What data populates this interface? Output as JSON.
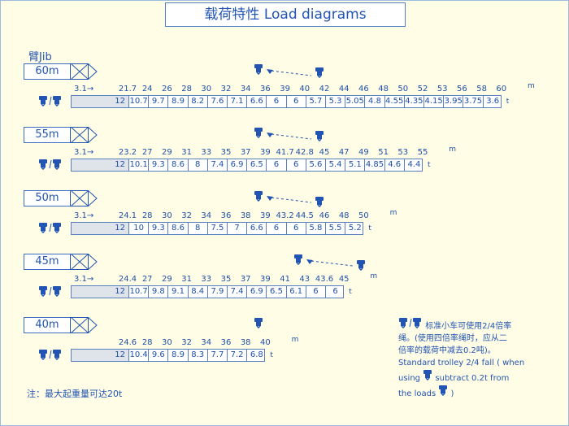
{
  "title": "载荷特性 Load diagrams",
  "jib_heading": "臂Jib",
  "arrow_glyph": "→",
  "units": {
    "distance": "m",
    "load": "t"
  },
  "icons": {
    "trolley_pair": "trolley-pair-icon",
    "trolley": "trolley-icon",
    "arrow": "dashed-arrow-icon"
  },
  "colors": {
    "accent": "#2154b3",
    "background": "#fffde6",
    "cell_fill": "#dfe3ea"
  },
  "rows": [
    {
      "jib": "60m",
      "first_distance": "3.1",
      "distances": [
        "21.7",
        "24",
        "26",
        "28",
        "30",
        "32",
        "34",
        "36",
        "39",
        "40",
        "42",
        "44",
        "46",
        "48",
        "50",
        "52",
        "53",
        "56",
        "58",
        "60"
      ],
      "loads": [
        "12",
        "10.7",
        "9.7",
        "8.9",
        "8.2",
        "7.6",
        "7.1",
        "6.6",
        "6",
        "6",
        "5.7",
        "5.3",
        "5.05",
        "4.8",
        "4.55",
        "4.35",
        "4.15",
        "3.95",
        "3.75",
        "3.6"
      ]
    },
    {
      "jib": "55m",
      "first_distance": "3.1",
      "distances": [
        "23.2",
        "27",
        "29",
        "31",
        "33",
        "35",
        "37",
        "39",
        "41.7",
        "42.8",
        "45",
        "47",
        "49",
        "51",
        "53",
        "55"
      ],
      "loads": [
        "12",
        "10.1",
        "9.3",
        "8.6",
        "8",
        "7.4",
        "6.9",
        "6.5",
        "6",
        "6",
        "5.6",
        "5.4",
        "5.1",
        "4.85",
        "4.6",
        "4.4"
      ]
    },
    {
      "jib": "50m",
      "first_distance": "3.1",
      "distances": [
        "24.1",
        "28",
        "30",
        "32",
        "34",
        "36",
        "38",
        "39",
        "43.2",
        "44.5",
        "46",
        "48",
        "50"
      ],
      "loads": [
        "12",
        "10",
        "9.3",
        "8.6",
        "8",
        "7.5",
        "7",
        "6.6",
        "6",
        "6",
        "5.8",
        "5.5",
        "5.2"
      ]
    },
    {
      "jib": "45m",
      "first_distance": "3.1",
      "distances": [
        "24.4",
        "27",
        "29",
        "31",
        "33",
        "35",
        "37",
        "39",
        "41",
        "43",
        "43.6",
        "45"
      ],
      "loads": [
        "12",
        "10.7",
        "9.8",
        "9.1",
        "8.4",
        "7.9",
        "7.4",
        "6.9",
        "6.5",
        "6.1",
        "6",
        "6"
      ]
    },
    {
      "jib": "40m",
      "first_distance": "",
      "distances": [
        "24.6",
        "28",
        "30",
        "32",
        "34",
        "36",
        "38",
        "40"
      ],
      "loads": [
        "12",
        "10.4",
        "9.6",
        "8.9",
        "8.3",
        "7.7",
        "7.2",
        "6.8"
      ]
    }
  ],
  "note": "注：最大起重量可达20t",
  "legend": {
    "separator": "/",
    "cn_line1": "标准小车可使用2/4倍率",
    "cn_line2": "绳。(使用四倍率绳时，应从二",
    "cn_line3": "倍率的载荷中减去0.2吨)。",
    "en_line1": "Standard trolley 2/4 fall ( when",
    "en_using": "using",
    "en_subtract": "subtract  0.2t  from",
    "en_loads": "the loads",
    "en_close": ")"
  }
}
